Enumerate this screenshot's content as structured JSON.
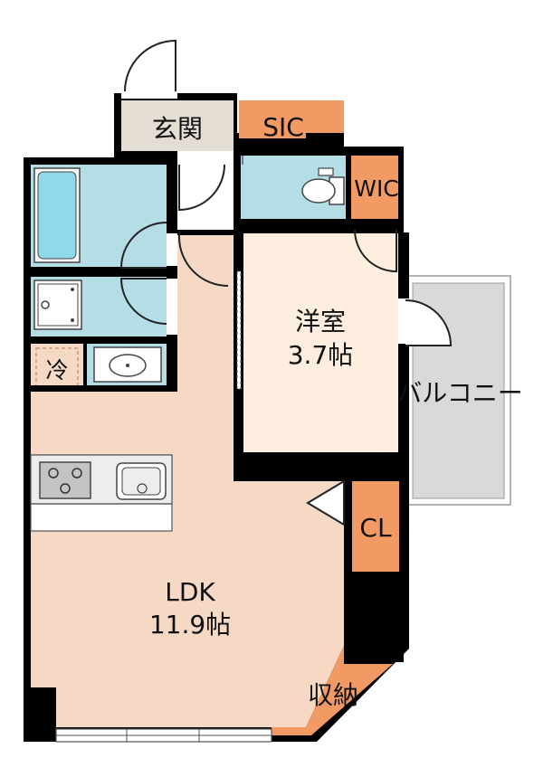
{
  "rooms": {
    "genkan": "玄関",
    "sic": "SIC",
    "wic": "WIC",
    "youshitsu_name": "洋室",
    "youshitsu_size": "3.7帖",
    "ldk_name": "LDK",
    "ldk_size": "11.9帖",
    "balcony": "バルコニー",
    "cl": "CL",
    "storage": "収納",
    "fridge": "冷"
  },
  "colors": {
    "wall": "#000000",
    "ldk_floor": "#f6d9c4",
    "bedroom_floor": "#fdeee0",
    "wet_area": "#b5dde6",
    "storage": "#f29a63",
    "entrance": "#e3ddd4",
    "balcony": "#d8d8d8",
    "kitchen_counter": "#ededed",
    "bathtub": "#8fd9ec",
    "cooktop": "#c4c4c4"
  }
}
